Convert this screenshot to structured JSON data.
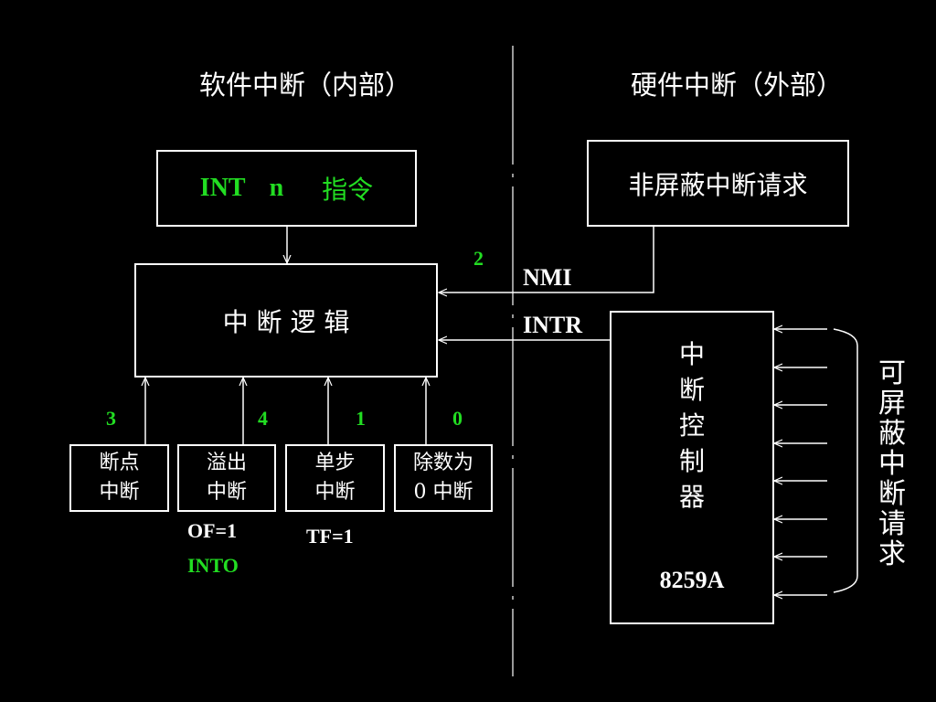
{
  "titles": {
    "software": "软件中断（内部）",
    "hardware": "硬件中断（外部）"
  },
  "int_box": {
    "text_int": "INT",
    "text_n": "n",
    "text_cmd": "指令"
  },
  "logic_box": {
    "text": "中 断 逻 辑"
  },
  "nmi_box": {
    "text": "非屏蔽中断请求"
  },
  "signals": {
    "nmi": "NMI",
    "intr": "INTR"
  },
  "numbers": {
    "nmi": "2",
    "breakpoint": "3",
    "overflow": "4",
    "single_step": "1",
    "divide": "0"
  },
  "sources": [
    {
      "line1": "断点",
      "line2": "中断"
    },
    {
      "line1": "溢出",
      "line2": "中断"
    },
    {
      "line1": "单步",
      "line2": "中断"
    },
    {
      "line1": "除数为",
      "line2": "0 中断"
    }
  ],
  "conditions": {
    "of": "OF=1",
    "into": "INTO",
    "tf": "TF=1"
  },
  "controller": {
    "chars": [
      "中",
      "断",
      "控",
      "制",
      "器"
    ],
    "model": "8259A"
  },
  "maskable": {
    "chars": [
      "可",
      "屏",
      "蔽",
      "中",
      "断",
      "请",
      "求"
    ]
  },
  "colors": {
    "background": "#000000",
    "foreground": "#ffffff",
    "accent": "#22dd22"
  }
}
